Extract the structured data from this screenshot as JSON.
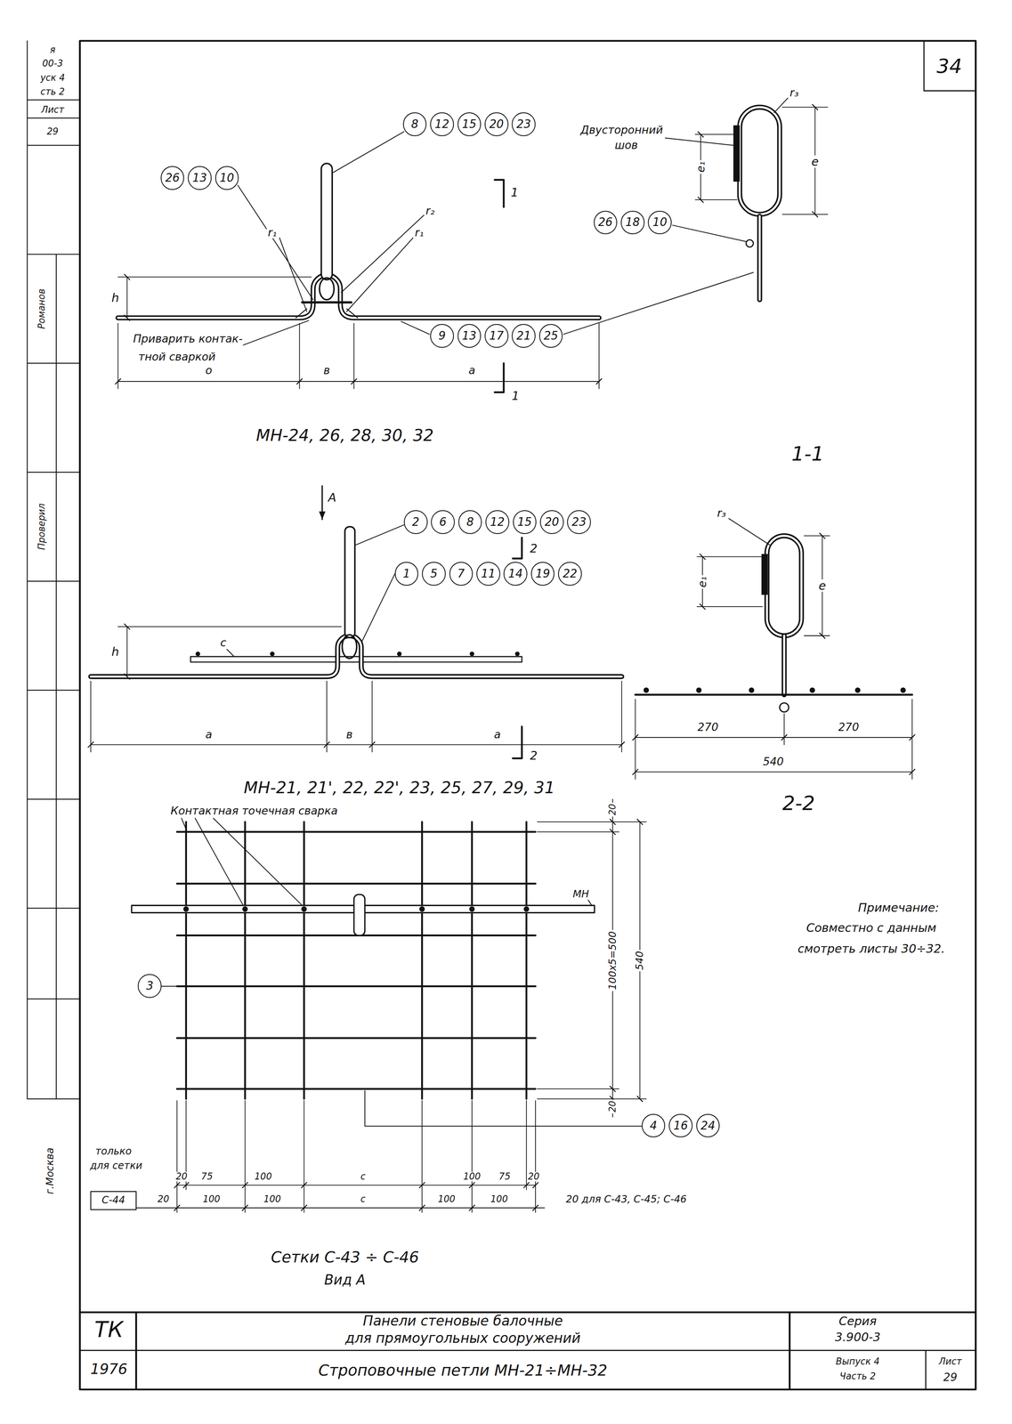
{
  "diagram": {
    "nodes": [
      {
        "text": [
          "8"
        ]
      },
      {
        "text": [
          "12"
        ]
      },
      {
        "text": [
          "15"
        ]
      },
      {
        "text": [
          "20"
        ]
      },
      {
        "text": [
          "23"
        ]
      },
      {
        "text": [
          "26"
        ]
      },
      {
        "text": [
          "13"
        ]
      },
      {
        "text": [
          "10"
        ]
      },
      {
        "text": [
          "26"
        ]
      },
      {
        "text": [
          "18"
        ]
      },
      {
        "text": [
          "10"
        ]
      },
      {
        "text": [
          "9"
        ]
      },
      {
        "text": [
          "13"
        ]
      },
      {
        "text": [
          "17"
        ]
      },
      {
        "text": [
          "21"
        ]
      },
      {
        "text": [
          "25"
        ]
      },
      {
        "text": [
          "2"
        ]
      },
      {
        "text": [
          "6"
        ]
      },
      {
        "text": [
          "8"
        ]
      },
      {
        "text": [
          "12"
        ]
      },
      {
        "text": [
          "15"
        ]
      },
      {
        "text": [
          "20"
        ]
      },
      {
        "text": [
          "23"
        ]
      },
      {
        "text": [
          "1"
        ]
      },
      {
        "text": [
          "5"
        ]
      },
      {
        "text": [
          "7"
        ]
      },
      {
        "text": [
          "11"
        ]
      },
      {
        "text": [
          "14"
        ]
      },
      {
        "text": [
          "19"
        ]
      },
      {
        "text": [
          "22"
        ]
      },
      {
        "text": [
          "3"
        ]
      },
      {
        "text": [
          "4"
        ]
      },
      {
        "text": [
          "16"
        ]
      },
      {
        "text": [
          "24"
        ]
      }
    ],
    "labels": [
      "я",
      "00-3",
      "уск 4",
      "сть 2",
      "Лист",
      "29",
      "Романов",
      "Проверил",
      "г.Москва",
      "34",
      "r₂",
      "r₁",
      "r₁",
      "h",
      "1",
      "Приварить контак-",
      "тной сваркой",
      "о",
      "в",
      "а",
      "1",
      "МН-24, 26, 28, 30, 32",
      "Двусторонний",
      "шов",
      "r₃",
      "e₁",
      "e",
      "1-1",
      "А",
      "h",
      "с",
      "а",
      "в",
      "а",
      "2",
      "2",
      "МН-21, 21', 22, 22', 23, 25, 27, 29, 31",
      "r₃",
      "e₁",
      "e",
      "270",
      "270",
      "540",
      "2-2",
      "Контактная точечная сварка",
      "МН",
      "20",
      "100х5=500",
      "540",
      "20",
      "только",
      "для сетки",
      "С-44",
      "20",
      "75",
      "100",
      "с",
      "100",
      "75",
      "20",
      "20",
      "100",
      "100",
      "с",
      "100",
      "100",
      "20 для С-43, С-45; С-46",
      "Сетки С-43 ÷ С-46",
      "Вид А",
      "Примечание:",
      "Совместно с данным",
      "смотреть листы 30÷32.",
      "ТК",
      "1976",
      "Панели стеновые балочные",
      "для прямоугольных сооружений",
      "Строповочные петли МН-21÷МН-32",
      "Серия",
      "3.900-3",
      "Выпуск 4",
      "Часть 2",
      "Лист",
      "29"
    ]
  }
}
